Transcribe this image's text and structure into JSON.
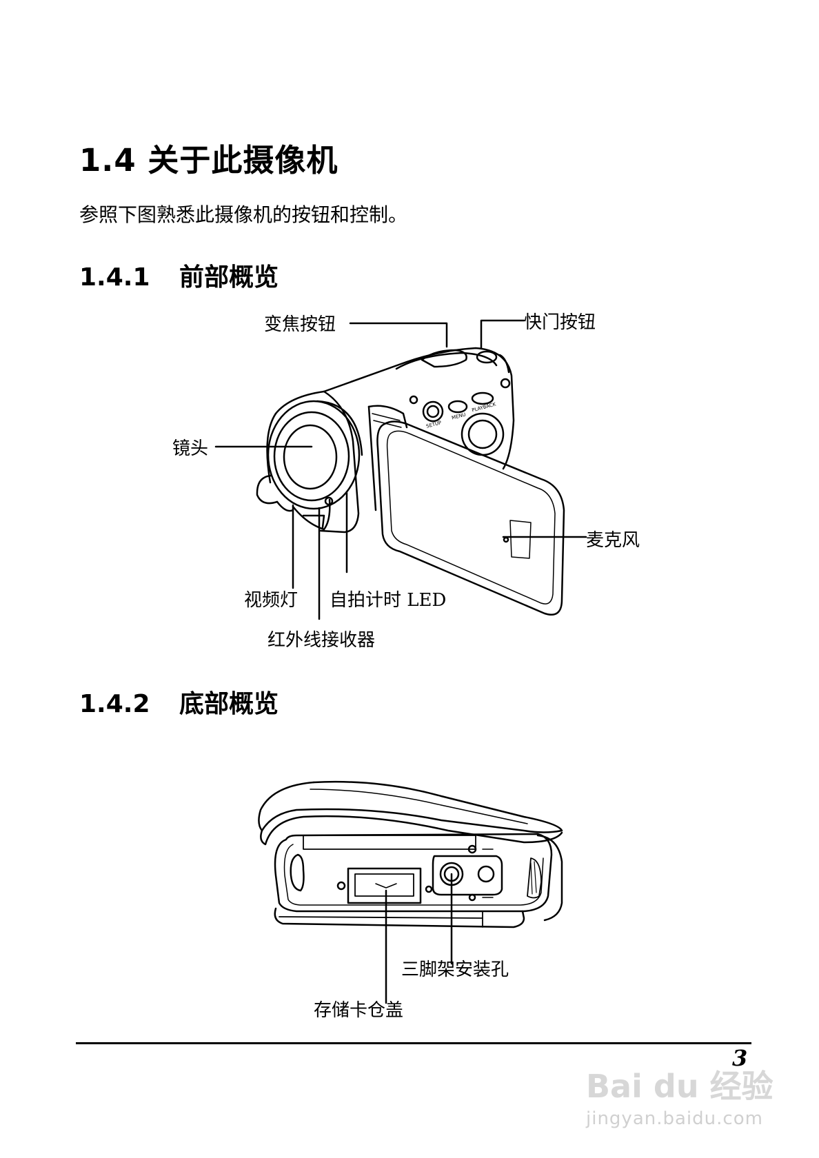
{
  "section": {
    "title": "1.4  关于此摄像机",
    "intro": "参照下图熟悉此摄像机的按钮和控制。"
  },
  "front": {
    "number": "1.4.1",
    "heading": "前部概览",
    "labels": {
      "zoom": "变焦按钮",
      "shutter": "快门按钮",
      "lens": "镜头",
      "mic": "麦克风",
      "video_light": "视频灯",
      "self_timer": "自拍计时 LED",
      "ir_receiver": "红外线接收器"
    },
    "button_texts": [
      "SETUP",
      "MENU",
      "PLAYBACK"
    ]
  },
  "bottom": {
    "number": "1.4.2",
    "heading": "底部概览",
    "labels": {
      "tripod": "三脚架安装孔",
      "card_cover": "存储卡仓盖"
    }
  },
  "footer": {
    "page_number": "3"
  },
  "watermark": {
    "brand": "Bai du 经验",
    "url": "jingyan.baidu.com"
  }
}
